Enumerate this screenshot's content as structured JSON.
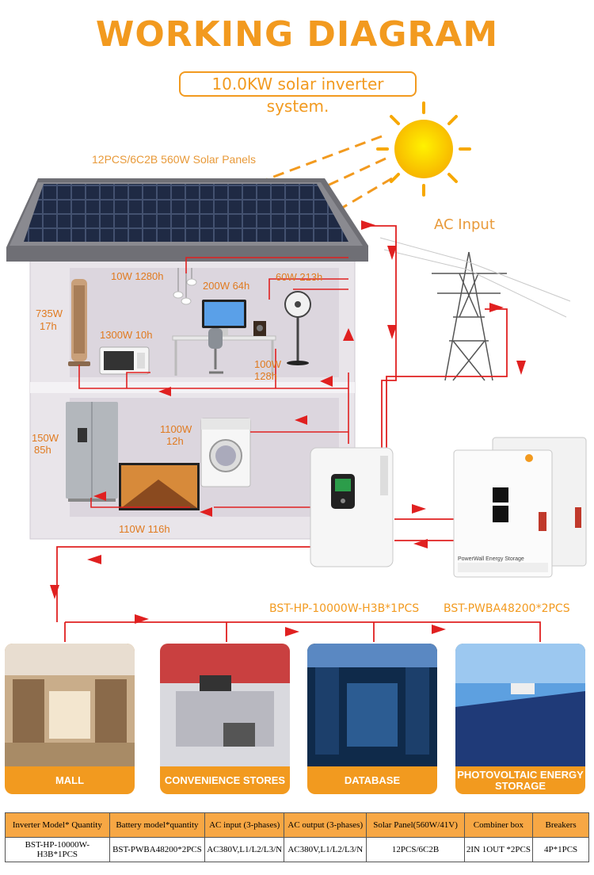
{
  "title": "WORKING DIAGRAM",
  "subtitle": "10.0KW solar inverter system.",
  "labels": {
    "solar_panels": "12PCS/6C2B 560W Solar Panels",
    "ac_input": "AC Input",
    "lights": "10W 1280h",
    "computer": "200W 64h",
    "fan": "60W 213h",
    "tower_fan_w": "735W",
    "tower_fan_h": "17h",
    "microwave": "1300W 10h",
    "speaker_w": "100W",
    "speaker_h": "128h",
    "washer_w": "1100W",
    "washer_h": "12h",
    "fridge_w": "150W",
    "fridge_h": "85h",
    "tv": "110W 116h",
    "inverter": "BST-HP-10000W-H3B*1PCS",
    "battery": "BST-PWBA48200*2PCS",
    "battery_brand": "PowerWall Energy Storage"
  },
  "cards": [
    {
      "name": "MALL"
    },
    {
      "name": "CONVENIENCE STORES"
    },
    {
      "name": "DATABASE"
    },
    {
      "name": "PHOTOVOLTAIC ENERGY STORAGE"
    }
  ],
  "table": {
    "headers": [
      "Inverter Model* Quantity",
      "Battery model*quantity",
      "AC input (3-phases)",
      "AC output (3-phases)",
      "Solar Panel(560W/41V)",
      "Combiner box",
      "Breakers"
    ],
    "row": [
      "BST-HP-10000W-H3B*1PCS",
      "BST-PWBA48200*2PCS",
      "AC380V,L1/L2/L3/N",
      "AC380V,L1/L2/L3/N",
      "12PCS/6C2B",
      "2IN 1OUT *2PCS",
      "4P*1PCS"
    ]
  },
  "colors": {
    "accent": "#f29a1f",
    "wire": "#e02020",
    "wall": "#e9e5ea",
    "panel": "#1f2a44"
  }
}
